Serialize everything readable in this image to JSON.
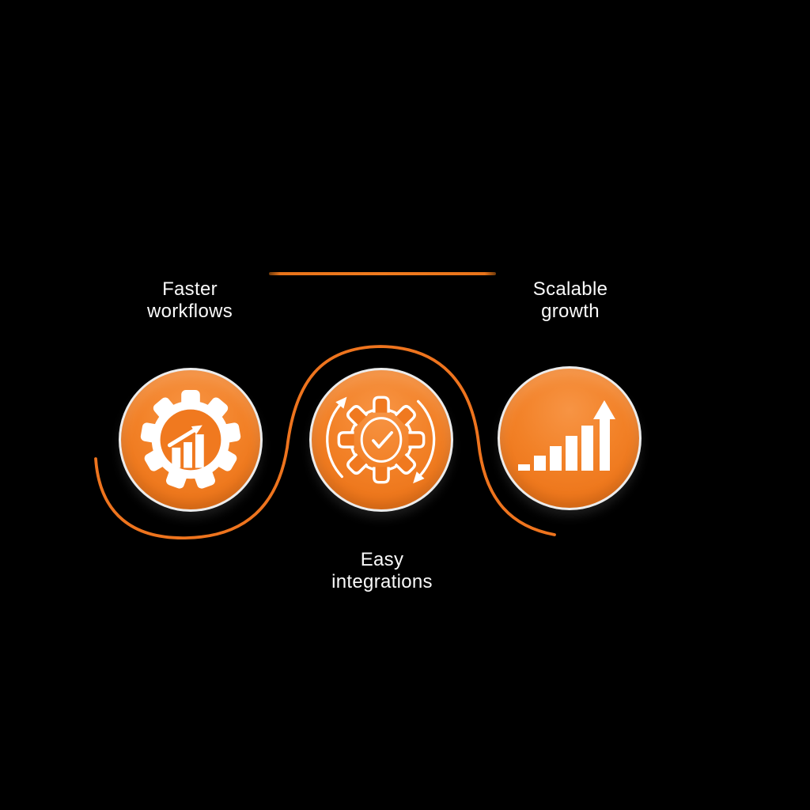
{
  "theme": {
    "bg": "#000000",
    "text": "#fafafa",
    "ring": "#ececec",
    "wave": "#ee741e",
    "divider_mid": "#e8731a",
    "divider_end": "#6f3a0a",
    "orange_light": "#f79444",
    "orange_mid": "#f0791f",
    "orange_deep": "#e96c10"
  },
  "labels": {
    "left": {
      "line1": "Faster",
      "line2": "workflows"
    },
    "right": {
      "line1": "Scalable",
      "line2": "growth"
    },
    "bottom": {
      "line1": "Easy",
      "line2": "integrations"
    }
  },
  "features": [
    {
      "id": "faster-workflows",
      "label": "Faster workflows",
      "icon": "gear-with-bar-chart-icon"
    },
    {
      "id": "easy-integrations",
      "label": "Easy integrations",
      "icon": "sync-gear-checkmark-icon"
    },
    {
      "id": "scalable-growth",
      "label": "Scalable growth",
      "icon": "growth-bars-arrow-icon"
    }
  ]
}
